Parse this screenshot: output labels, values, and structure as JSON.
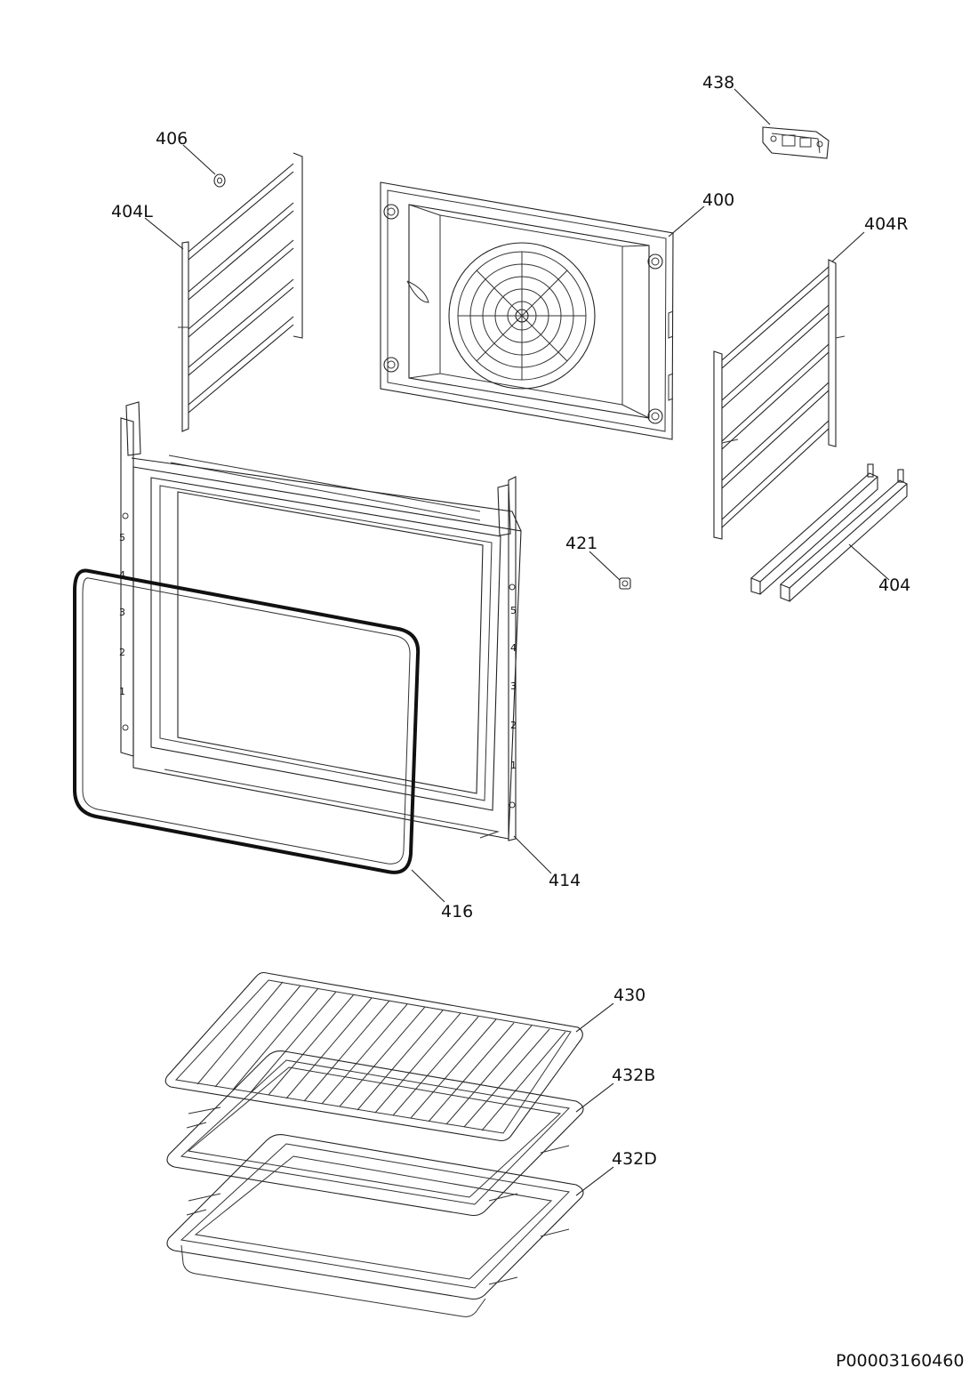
{
  "labels": {
    "p438": "438",
    "p406": "406",
    "p400": "400",
    "p404L": "404L",
    "p404R": "404R",
    "p421": "421",
    "p404": "404",
    "p414": "414",
    "p416": "416",
    "p430": "430",
    "p432B": "432B",
    "p432D": "432D"
  },
  "document_id": "P00003160460",
  "side_scale_left": [
    "5",
    "4",
    "3",
    "2",
    "1"
  ],
  "side_scale_right": [
    "5",
    "4",
    "3",
    "2",
    "1"
  ]
}
